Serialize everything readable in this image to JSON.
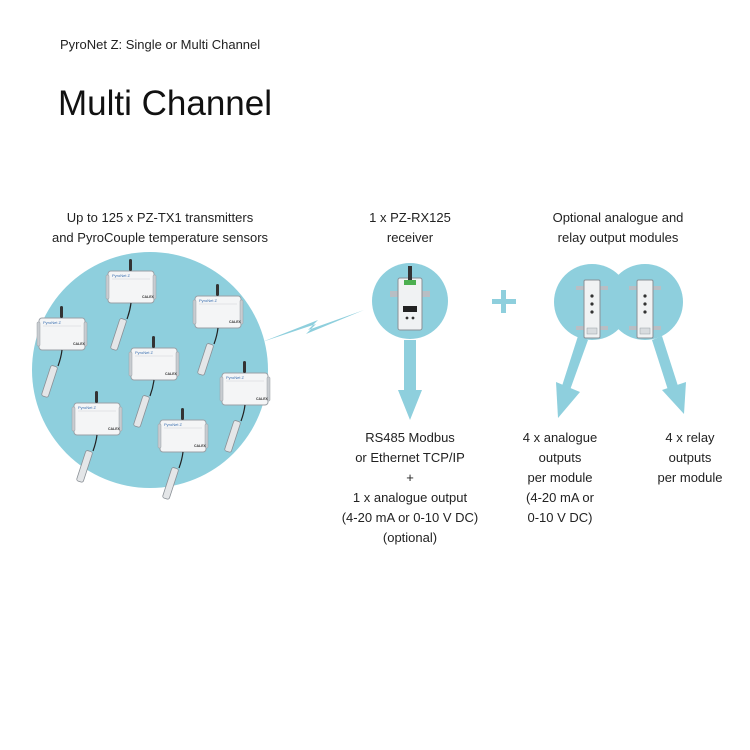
{
  "header": {
    "subtitle": "PyroNet Z: Single or Multi Channel",
    "title": "Multi Channel"
  },
  "transmitters": {
    "caption": [
      "Up to 125 x PZ-TX1 transmitters",
      "and PyroCouple temperature sensors"
    ]
  },
  "receiver": {
    "caption": [
      "1 x PZ-RX125",
      "receiver"
    ],
    "output": [
      "RS485 Modbus",
      "or Ethernet TCP/IP",
      "+",
      "1 x analogue output",
      "(4-20 mA or 0-10 V DC)",
      "(optional)"
    ]
  },
  "modules": {
    "caption": [
      "Optional analogue and",
      "relay output modules"
    ],
    "analogue_output": [
      "4 x analogue",
      "outputs",
      "per module",
      "(4-20 mA or",
      "0-10 V DC)"
    ],
    "relay_output": [
      "4 x relay",
      "outputs",
      "per module"
    ]
  },
  "plus_symbol": "+",
  "colors": {
    "accent": "#8ecfdd",
    "device_border": "#9aa0a6",
    "device_fill": "#f4f5f6",
    "text": "#222222"
  },
  "icons": {
    "wireless": "lightning-bolt-icon",
    "flow": "arrow-icon",
    "plus": "plus-icon"
  }
}
